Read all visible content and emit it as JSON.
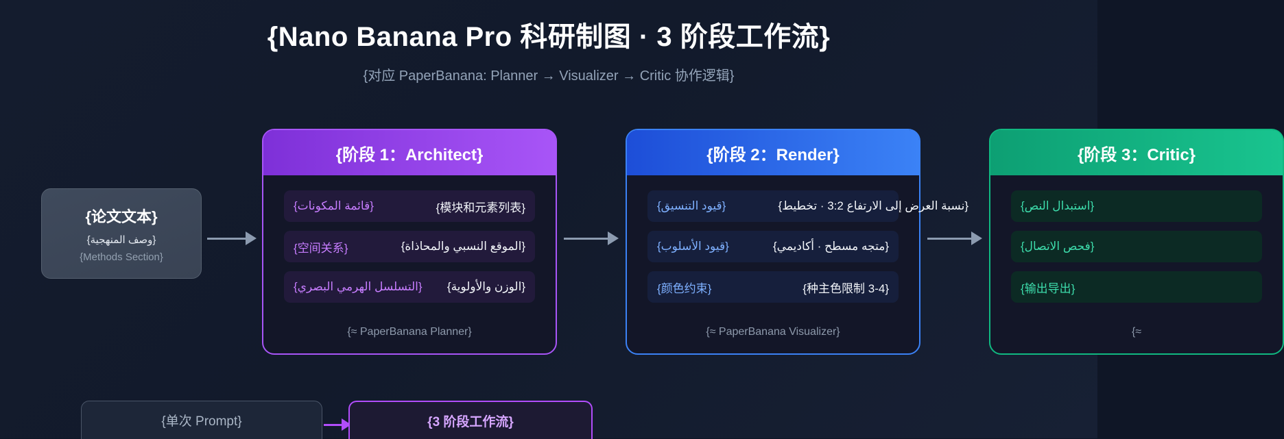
{
  "header": {
    "title": "{Nano Banana Pro 科研制图 · 3 阶段工作流}",
    "subtitle": "{对应 PaperBanana: Planner → Visualizer → Critic 协作逻辑}"
  },
  "input_node": {
    "title": "{论文文本}",
    "subtitle": "{وصف المنهجية}",
    "note": "{Methods Section}"
  },
  "stages": [
    {
      "head": "{阶段 1：Architect}",
      "accent": "#a855f7",
      "rows": [
        {
          "label": "{قائمة المكونات}",
          "value": "{模块和元素列表}"
        },
        {
          "label": "{空间关系}",
          "value": "{الموقع النسبي والمحاذاة}"
        },
        {
          "label": "{التسلسل الهرمي البصري}",
          "value": "{الوزن والأولوية}"
        }
      ],
      "foot": "{≈ PaperBanana Planner}"
    },
    {
      "head": "{阶段 2：Render}",
      "accent": "#3b82f6",
      "rows": [
        {
          "label": "{قيود التنسيق}",
          "value": "{نسبة العرض إلى الارتفاع 3:2 · تخطيط}"
        },
        {
          "label": "{قيود الأسلوب}",
          "value": "{متجه مسطح · أكاديمي}"
        },
        {
          "label": "{颜色约束}",
          "value": "{3-4 种主色限制}"
        }
      ],
      "foot": "{≈ PaperBanana Visualizer}"
    },
    {
      "head": "{阶段 3：Critic}",
      "accent": "#10b981",
      "rows": [
        {
          "label": "{استبدال النص}",
          "value": ""
        },
        {
          "label": "{فحص الاتصال}",
          "value": ""
        },
        {
          "label": "{输出导出}",
          "value": ""
        }
      ],
      "foot": "{≈"
    }
  ],
  "compare": {
    "before": "{单次 Prompt}",
    "after": "{3 阶段工作流}"
  }
}
